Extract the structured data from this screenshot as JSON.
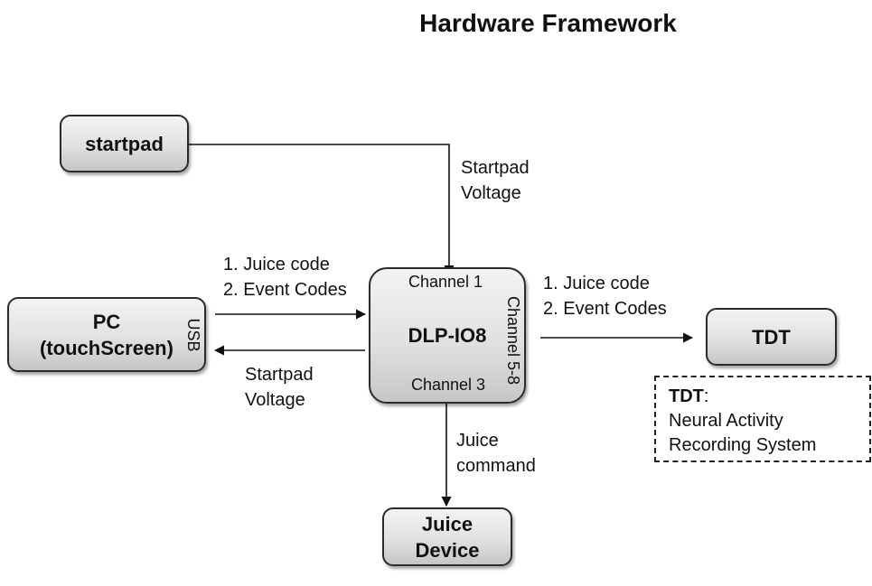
{
  "diagram": {
    "title": "Hardware Framework",
    "nodes": {
      "startpad": "startpad",
      "pc": "PC\n(touchScreen)",
      "dlp": "DLP-IO8",
      "tdt": "TDT",
      "juice_device": "Juice\nDevice"
    },
    "ports": {
      "pc_usb": "USB",
      "dlp_channel_1": "Channel 1",
      "dlp_channel_3": "Channel 3",
      "dlp_channel_5_8": "Channel 5-8"
    },
    "edge_labels": {
      "startpad_to_dlp": "Startpad\nVoltage",
      "pc_to_dlp": "1. Juice code\n2. Event Codes",
      "dlp_to_pc": "Startpad\nVoltage",
      "dlp_to_tdt": "1. Juice code\n2. Event Codes",
      "dlp_to_juice": "Juice\ncommand"
    },
    "note": {
      "title": "TDT",
      "separator": ":",
      "lines": "Neural Activity\nRecording System"
    }
  }
}
